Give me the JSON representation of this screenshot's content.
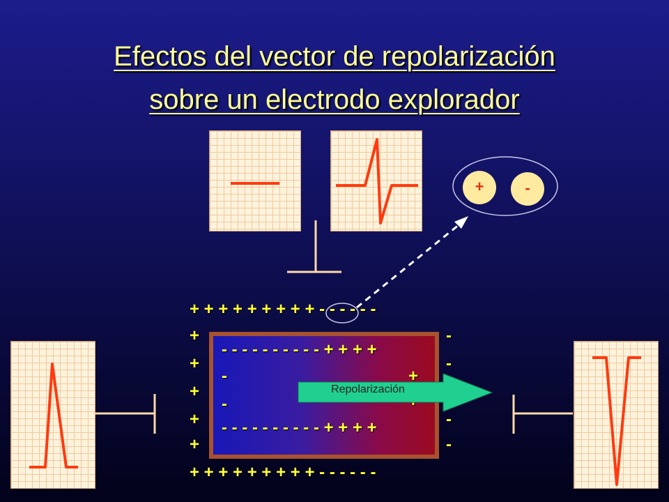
{
  "title": {
    "line1": "Efectos del vector de repolarización",
    "line2": "sobre un electrodo explorador"
  },
  "dipole": {
    "positive": "+",
    "negative": "-"
  },
  "arrow": {
    "label": "Repolarización"
  },
  "outer_signs": {
    "top": "+ + + + + + + + + - - - - - -",
    "bottom": "+ + + + + + + + + - - - - - -",
    "left": [
      "+",
      "+",
      "+",
      "+",
      "+"
    ],
    "right": [
      "-",
      "-",
      "-",
      "-",
      "-"
    ]
  },
  "inner_signs": {
    "top": "- - - - - - - - - - + + + +",
    "bottom": "- - - - - - - - - - + + + +",
    "left": [
      "-",
      "-"
    ],
    "right": [
      "+",
      "+"
    ]
  },
  "colors": {
    "trace": "#ff3a10",
    "electrode": "#ffdba8",
    "arrow": "#20d090",
    "sign": "#ffff33"
  }
}
